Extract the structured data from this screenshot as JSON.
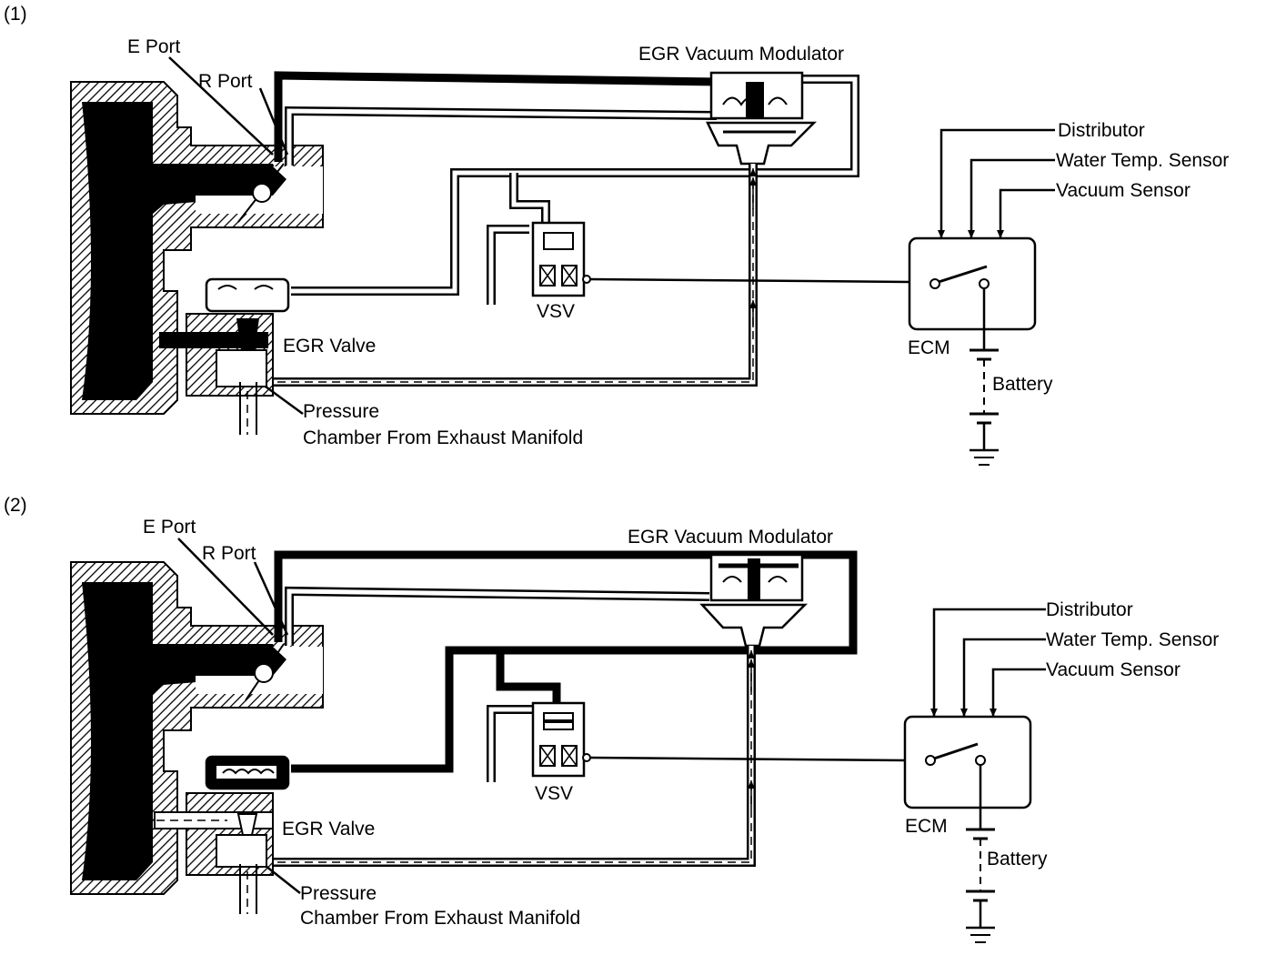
{
  "panels": [
    {
      "id": "1",
      "panel_label": "(1)",
      "labels": {
        "e_port": "E Port",
        "r_port": "R Port",
        "modulator": "EGR Vacuum Modulator",
        "distributor": "Distributor",
        "water_temp": "Water Temp. Sensor",
        "vacuum_sensor": "Vacuum Sensor",
        "vsv": "VSV",
        "egr_valve": "EGR Valve",
        "ecm": "ECM",
        "battery": "Battery",
        "pressure": "Pressure",
        "chamber": "Chamber From Exhaust Manifold"
      }
    },
    {
      "id": "2",
      "panel_label": "(2)",
      "labels": {
        "e_port": "E Port",
        "r_port": "R Port",
        "modulator": "EGR Vacuum Modulator",
        "distributor": "Distributor",
        "water_temp": "Water Temp. Sensor",
        "vacuum_sensor": "Vacuum Sensor",
        "vsv": "VSV",
        "egr_valve": "EGR Valve",
        "ecm": "ECM",
        "battery": "Battery",
        "pressure": "Pressure",
        "chamber": "Chamber From Exhaust Manifold"
      }
    }
  ]
}
